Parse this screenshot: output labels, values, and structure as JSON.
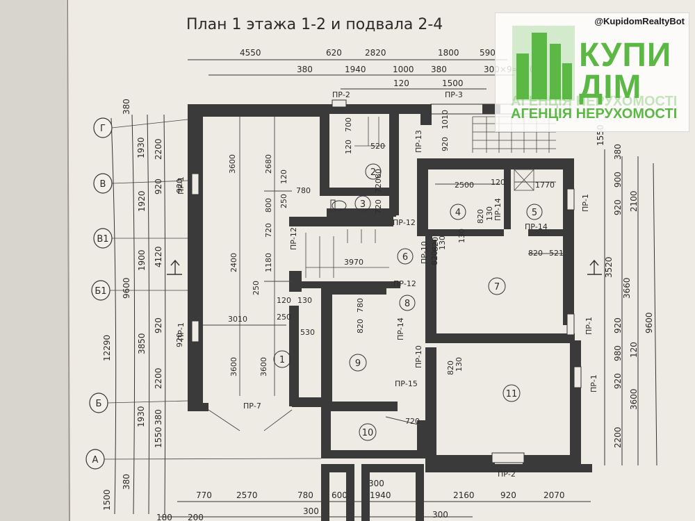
{
  "title": "План 1 этажа 1-2 и подвала 2-4",
  "watermark": {
    "handle": "@KupidomRealtyBot",
    "brand_line1": "КУПИ",
    "brand_line2": "ДIМ",
    "agency": "АГЕНЦІЯ НЕРУХОМОСТІ",
    "color": "#5cb845"
  },
  "axes": [
    "Г",
    "В",
    "В1",
    "Б1",
    "Б",
    "А"
  ],
  "rooms": [
    "1",
    "2",
    "3",
    "4",
    "5",
    "6",
    "7",
    "8",
    "9",
    "10",
    "11"
  ],
  "openings": [
    "ПР-2",
    "ПР-3",
    "ПР-13",
    "ПР-1",
    "ПР-12",
    "ПР-12",
    "ПР-12",
    "ПР-14",
    "ПР-14",
    "ПР-10",
    "ПР-10",
    "ПР-15",
    "ПР-7",
    "ПР-1",
    "ПР-1",
    "ПР-1",
    "ПР-1",
    "ПР-14",
    "ПР-2"
  ],
  "dims_top_row1": [
    "4550",
    "620",
    "2820",
    "1800",
    "590"
  ],
  "dims_top_row2": [
    "380",
    "1940",
    "1000",
    "380",
    "300×9=2700"
  ],
  "dims_top_row3": [
    "120",
    "1500"
  ],
  "dims_left_outer": [
    "12290"
  ],
  "dims_left_mid": [
    "9600"
  ],
  "dims_left_segments": [
    "380",
    "1930",
    "1920",
    "1900",
    "3850",
    "1930",
    "380",
    "1500"
  ],
  "dims_left_inner": [
    "2200",
    "920",
    "4120",
    "920",
    "2200",
    "1550",
    "380"
  ],
  "dims_right": [
    "1550",
    "380",
    "900",
    "920",
    "2100",
    "3520",
    "3660",
    "920",
    "120",
    "980",
    "920",
    "3600",
    "2200",
    "9600"
  ],
  "dims_bottom": [
    "770",
    "2570",
    "780",
    "600",
    "1940",
    "2160",
    "920",
    "2070"
  ],
  "dims_bottom2": [
    "180",
    "200",
    "300",
    "300",
    "300"
  ],
  "room1_dims": [
    "3600",
    "2680",
    "120",
    "800",
    "250",
    "720",
    "2400",
    "1180",
    "250",
    "120",
    "130",
    "3010",
    "250",
    "530",
    "3600",
    "3600",
    "780"
  ],
  "stair_dims": [
    "700",
    "120",
    "520",
    "3970",
    "720",
    "820",
    "130",
    "720",
    "80",
    "780",
    "820"
  ],
  "room45_dims": [
    "2500",
    "120",
    "1770",
    "820",
    "130",
    "820",
    "130"
  ],
  "room7_dims": [
    "820",
    "521",
    "820",
    "130"
  ],
  "room911_dims": [
    "720",
    "1010",
    "920",
    "920",
    "920"
  ]
}
